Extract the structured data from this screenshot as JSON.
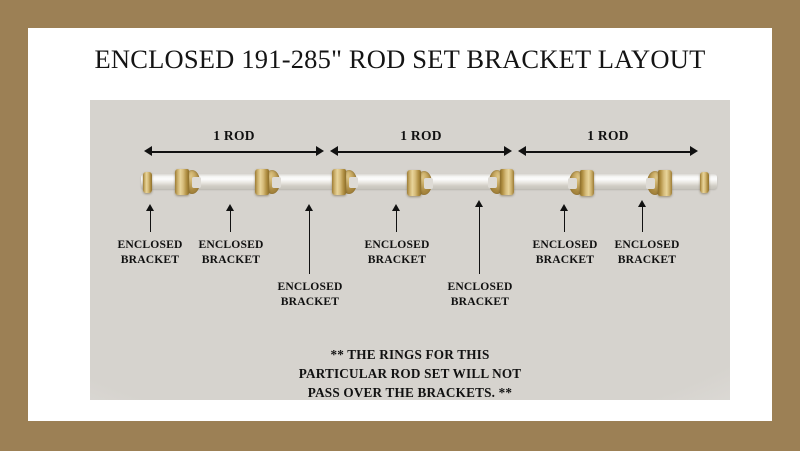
{
  "slide": {
    "border_color": "#9c8055",
    "page_color": "#ffffff",
    "panel_color": "#d6d3ce",
    "brass_color": "#c9ad68",
    "title": "ENCLOSED 191-285\" ROD SET BRACKET LAYOUT"
  },
  "diagram": {
    "rod_spans": [
      {
        "label": "1 ROD"
      },
      {
        "label": "1 ROD"
      },
      {
        "label": "1 ROD"
      }
    ],
    "brackets": [
      {
        "label": "ENCLOSED BRACKET",
        "line1": "ENCLOSED",
        "line2": "BRACKET"
      },
      {
        "label": "ENCLOSED BRACKET",
        "line1": "ENCLOSED",
        "line2": "BRACKET"
      },
      {
        "label": "ENCLOSED BRACKET",
        "line1": "ENCLOSED",
        "line2": "BRACKET"
      },
      {
        "label": "ENCLOSED BRACKET",
        "line1": "ENCLOSED",
        "line2": "BRACKET"
      },
      {
        "label": "ENCLOSED BRACKET",
        "line1": "ENCLOSED",
        "line2": "BRACKET"
      },
      {
        "label": "ENCLOSED BRACKET",
        "line1": "ENCLOSED",
        "line2": "BRACKET"
      },
      {
        "label": "ENCLOSED BRACKET",
        "line1": "ENCLOSED",
        "line2": "BRACKET"
      }
    ]
  },
  "footnote": {
    "line1": "** THE RINGS FOR THIS",
    "line2": "PARTICULAR ROD SET WILL NOT",
    "line3": "PASS OVER THE BRACKETS. **"
  }
}
